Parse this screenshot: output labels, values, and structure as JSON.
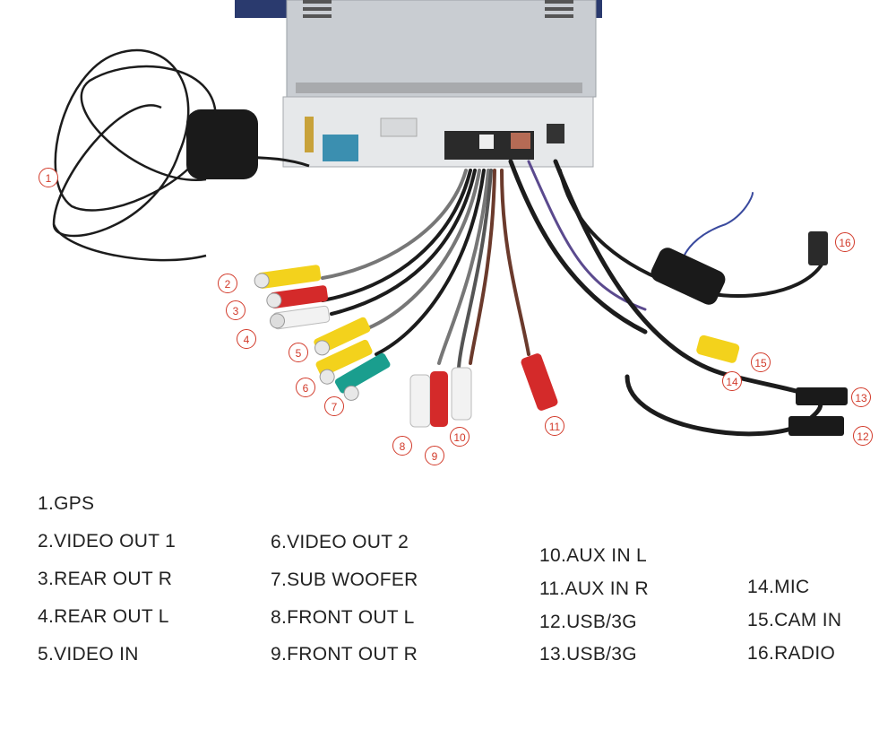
{
  "callouts": [
    "1",
    "2",
    "3",
    "4",
    "5",
    "6",
    "7",
    "8",
    "9",
    "10",
    "11",
    "12",
    "13",
    "14",
    "15",
    "16"
  ],
  "legend": [
    "1.GPS",
    "2.VIDEO OUT 1",
    "3.REAR OUT R",
    "4.REAR OUT L",
    "5.VIDEO IN",
    "6.VIDEO OUT 2",
    "7.SUB WOOFER",
    "8.FRONT OUT L",
    "9.FRONT OUT R",
    "10.AUX IN L",
    "11.AUX IN R",
    "12.USB/3G",
    "13.USB/3G",
    "14.MIC",
    "15.CAM IN",
    "16.RADIO"
  ],
  "colors": {
    "callout": "#d23a2a",
    "rca_yellow": "#f3d21c",
    "rca_red": "#d42a2a",
    "rca_white": "#f2f2f2",
    "rca_teal": "#1a9e8e",
    "cable_black": "#1c1c1c",
    "cable_gray": "#777777",
    "cable_brown": "#6b3a2c",
    "cable_purple": "#5b4a8e",
    "chassis": "#cfd3d8"
  }
}
